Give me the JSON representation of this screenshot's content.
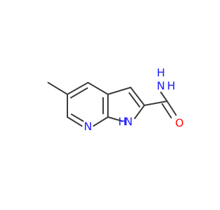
{
  "molecule": {
    "atom_labels": {
      "n_pyridine": "N",
      "nh": "N",
      "nh_h": "H",
      "amide_n": "N",
      "amide_h": "H",
      "amide_o": "O"
    },
    "colors": {
      "bond": "#3a3a3a",
      "nitrogen": "#1a1aff",
      "oxygen": "#ff0d0d"
    }
  }
}
